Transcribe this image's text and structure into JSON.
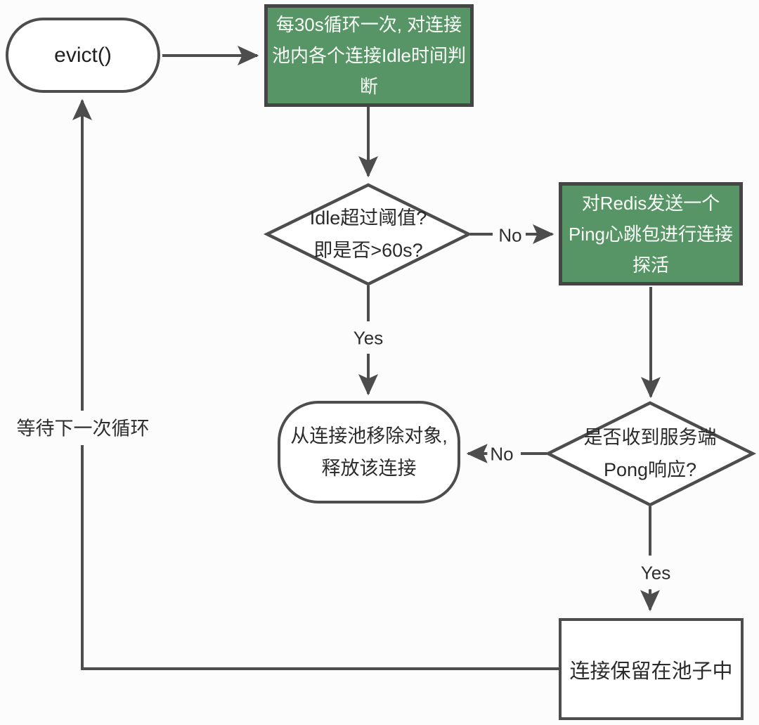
{
  "colors": {
    "bg": "#fcfcfc",
    "line-color": "#4d4d4d",
    "green-fill": "#579567",
    "box-border": "#454545",
    "text-dark": "#2b2b2b",
    "text-light": "#fafff9"
  },
  "diagram": {
    "type": "flowchart",
    "topic": "Redis connection pool idle eviction loop",
    "nodes": {
      "evict": {
        "shape": "stadium",
        "label": "evict()"
      },
      "loop_check": {
        "shape": "process-green",
        "lines": [
          "每30s循环一次, 对连接",
          "池内各个连接Idle时间判",
          "断"
        ]
      },
      "idle_threshold": {
        "shape": "decision",
        "lines": [
          "Idle超过阈值?",
          "即是否>60s?"
        ]
      },
      "ping": {
        "shape": "process-green",
        "lines": [
          "对Redis发送一个",
          "Ping心跳包进行连接",
          "探活"
        ]
      },
      "remove": {
        "shape": "rounded",
        "lines": [
          "从连接池移除对象,",
          "释放该连接"
        ]
      },
      "pong": {
        "shape": "decision",
        "lines": [
          "是否收到服务端",
          "Pong响应?"
        ]
      },
      "keep": {
        "shape": "process",
        "label": "连接保留在池子中"
      }
    },
    "edge_labels": {
      "yes_mid": "Yes",
      "no_mid": "No",
      "no_right": "No",
      "yes_right": "Yes",
      "wait": "等待下一次循环"
    }
  }
}
